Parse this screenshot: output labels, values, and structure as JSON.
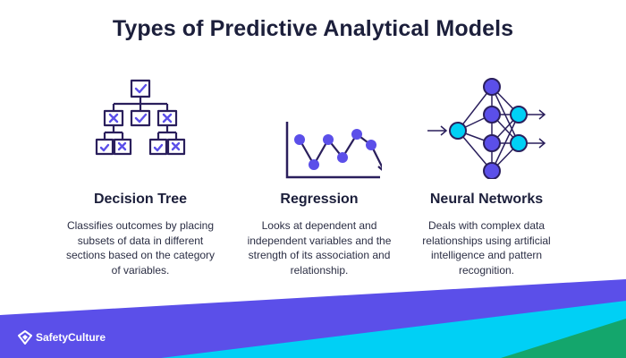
{
  "title": "Types of Predictive Analytical Models",
  "models": [
    {
      "name": "Decision Tree",
      "icon": "decision-tree-icon",
      "description": "Classifies outcomes by placing subsets of data in different sections based on the category of variables."
    },
    {
      "name": "Regression",
      "icon": "regression-chart-icon",
      "description": "Looks at dependent and independent variables and the strength of its association and relationship."
    },
    {
      "name": "Neural Networks",
      "icon": "neural-network-icon",
      "description": "Deals with complex data relationships using artificial intelligence and pattern recognition."
    }
  ],
  "brand": {
    "name": "SafetyCulture",
    "logo_icon": "safetyculture-logo-icon"
  },
  "colors": {
    "purple": "#5b4fe9",
    "dark_navy": "#2a1f5c",
    "cyan": "#00d0f5",
    "teal": "#00b0c8",
    "green": "#14a66c",
    "title": "#1c1f3b"
  }
}
